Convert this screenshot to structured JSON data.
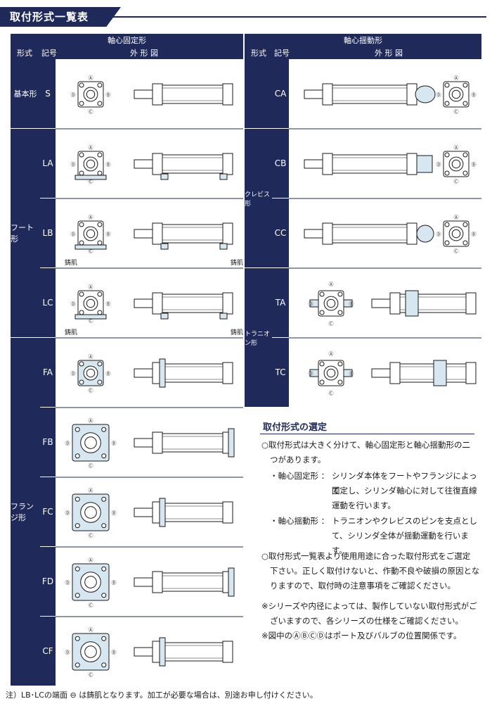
{
  "title": "取付形式一覧表",
  "left_group": "軸心固定形",
  "right_group": "軸心揺動形",
  "col_headers": {
    "form": "形式",
    "code": "記号",
    "figure": "外 形 図"
  },
  "groups": {
    "basic": "基本形",
    "foot": "フート形",
    "flange": "フランジ形",
    "clevis": "クレビス形",
    "trunnion": "トラニオン形"
  },
  "left_codes": [
    "S",
    "LA",
    "LB",
    "LC",
    "FA",
    "FB",
    "FC",
    "FD",
    "CF"
  ],
  "right_codes": [
    "CA",
    "CB",
    "CC",
    "TA",
    "TC"
  ],
  "ports": [
    "Ⓐ",
    "Ⓑ",
    "Ⓒ",
    "Ⓓ"
  ],
  "cast": "鋳肌",
  "selection": {
    "title": "取付形式の選定",
    "p1a": "○取付形式は大きく分けて、軸心固定形と軸心揺動形の二",
    "p1b": "つがあります。",
    "fixed_label": "・軸心固定形 ：",
    "fixed_1": "シリンダ本体をフートやフランジによって",
    "fixed_2": "固定し、シリンダ軸心に対して往復直線",
    "fixed_3": "運動を行います。",
    "swing_label": "・軸心揺動形 ：",
    "swing_1": "トラニオンやクレビスのピンを支点とし",
    "swing_2": "て、シリンダ全体が揺動運動を行います。",
    "p2a": "○取付形式一覧表より使用用途に合った取付形式をご選定",
    "p2b": "下さい。正しく取付けないと、作動不良や破損の原因とな",
    "p2c": "りますので、取付時の注意事項をご確認ください。",
    "n1a": "※シリーズや内径によっては、製作していない取付形式がご",
    "n1b": "ざいますので、各シリーズの仕様をご確認ください。",
    "n2": "※図中のⒶⒷⒸⒹはポート及びバルブの位置関係です。"
  },
  "footer": "注）LB･LCの端面 ⊖ は鋳肌となります。加工が必要な場合は、別途お申し付けください。",
  "colors": {
    "navy": "#1f2a5a",
    "fill": "#d6e7f2",
    "line": "#1a1a1a"
  }
}
